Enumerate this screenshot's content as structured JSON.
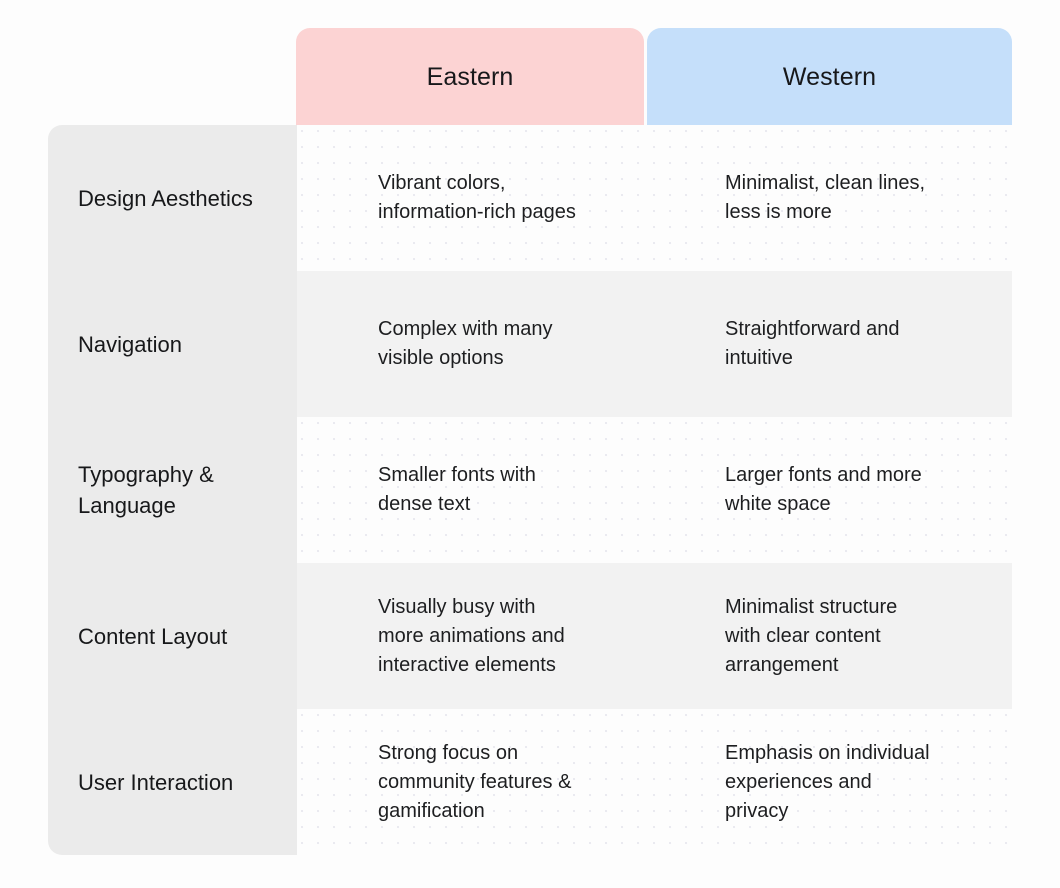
{
  "table": {
    "corner_cell_label": "",
    "columns": [
      {
        "id": "eastern",
        "label": "Eastern",
        "header_color": "#fcd3d3"
      },
      {
        "id": "western",
        "label": "Western",
        "header_color": "#c5dffa"
      }
    ],
    "row_labels": [
      "Design\nAesthetics",
      "Navigation",
      "Typography &\nLanguage",
      "Content Layout",
      "User Interaction"
    ],
    "rows": [
      {
        "label": "Design\nAesthetics",
        "eastern": "Vibrant colors,\ninformation-rich pages",
        "western": "Minimalist, clean lines,\nless is more"
      },
      {
        "label": "Navigation",
        "eastern": "Complex with many\nvisible options",
        "western": "Straightforward and\nintuitive"
      },
      {
        "label": "Typography &\nLanguage",
        "eastern": "Smaller fonts with\ndense text",
        "western": "Larger fonts and more\nwhite space"
      },
      {
        "label": "Content Layout",
        "eastern": "Visually busy with\nmore animations and\ninteractive elements",
        "western": "Minimalist structure\nwith clear content\narrangement"
      },
      {
        "label": "User Interaction",
        "eastern": "Strong focus on\ncommunity features &\ngamification",
        "western": "Emphasis on individual\nexperiences and\nprivacy"
      }
    ]
  },
  "colors": {
    "page_background": "#fdfdfd",
    "label_column_background": "#ebebeb",
    "row_odd_background": "#fdfdfd",
    "row_even_background": "#f2f2f2",
    "dot_pattern": "#e9e9ef",
    "text": "#17181a"
  }
}
